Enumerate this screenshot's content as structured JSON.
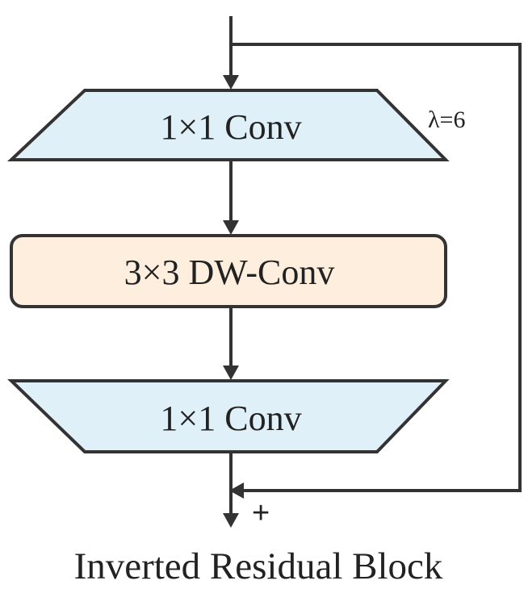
{
  "blocks": {
    "expand_conv": {
      "label": "1×1 Conv",
      "fill": "#dff0f8"
    },
    "dw_conv": {
      "label": "3×3 DW-Conv",
      "fill": "#fdeedd"
    },
    "project_conv": {
      "label": "1×1 Conv",
      "fill": "#dff0f8"
    }
  },
  "annotations": {
    "expansion_ratio": "λ=6",
    "residual_add": "+"
  },
  "caption": "Inverted Residual Block",
  "colors": {
    "stroke": "#333333",
    "text": "#222222"
  }
}
